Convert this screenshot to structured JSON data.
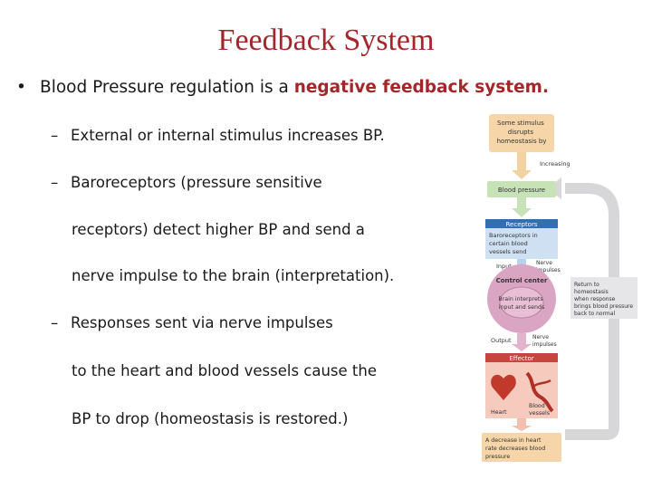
{
  "slide": {
    "title": "Feedback System",
    "bullet_main": {
      "text_plain": "Blood Pressure regulation is a ",
      "text_emphasis": "negative feedback system."
    },
    "sub_bullets": [
      {
        "lines": [
          "External or internal stimulus increases BP."
        ]
      },
      {
        "lines": [
          "Baroreceptors (pressure sensitive",
          "receptors) detect higher BP and send a",
          "nerve impulse to the brain (interpretation)."
        ]
      },
      {
        "lines": [
          "Responses sent via nerve impulses",
          "to the heart and blood vessels cause the",
          "BP  to drop (homeostasis is restored.)"
        ]
      }
    ]
  },
  "diagram": {
    "stimulus": [
      "Some stimulus",
      "disrupts",
      "homeostasis by"
    ],
    "increasing": "Increasing",
    "blood_pressure": "Blood pressure",
    "receptors_header": "Receptors",
    "receptors_body": [
      "Baroreceptors in",
      "certain blood",
      "vessels send"
    ],
    "input": "Input",
    "nerve_impulses_1": [
      "Nerve",
      "impulses"
    ],
    "control_center": "Control center",
    "brain_text": [
      "Brain interprets",
      "input and sends"
    ],
    "output": "Output",
    "nerve_impulses_2": [
      "Nerve",
      "impulses"
    ],
    "effector": "Effector",
    "heart": "Heart",
    "blood_vessels": [
      "Blood",
      "vessels"
    ],
    "return": [
      "Return to",
      "homeostasis",
      "when response",
      "brings blood pressure",
      "back to normal"
    ],
    "decrease": [
      "A decrease in heart",
      "rate decreases blood",
      "pressure"
    ]
  },
  "colors": {
    "title": "#a3262a",
    "emphasis": "#a3262a",
    "stimulus_box": "#f6d6a9",
    "green_box": "#c8e2b8",
    "receptor_header": "#2f6fb3",
    "receptor_body": "#cfe0f3",
    "control_circle": "#d9a5c3",
    "effector_header": "#c6453c",
    "effector_body": "#f6cabd",
    "return_arrow": "#d7d7d9"
  }
}
